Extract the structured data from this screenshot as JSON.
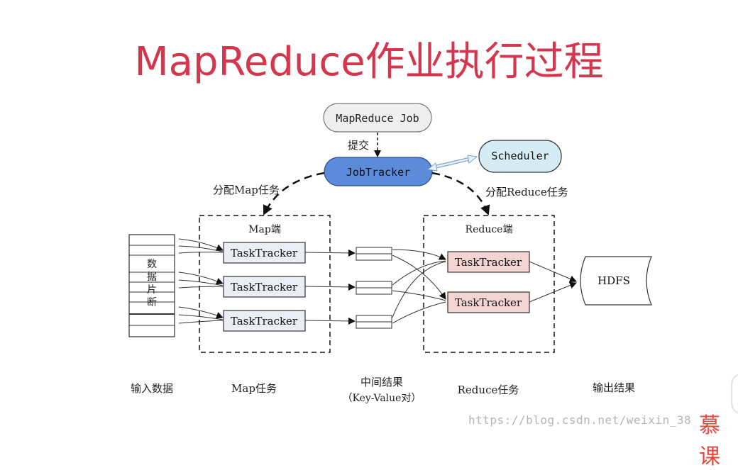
{
  "title": "MapReduce作业执行过程",
  "nodes": {
    "job": "MapReduce Job",
    "submit": "提交",
    "jobtracker": "JobTracker",
    "scheduler": "Scheduler",
    "assign_map": "分配Map任务",
    "assign_reduce": "分配Reduce任务",
    "map_side": "Map端",
    "reduce_side": "Reduce端",
    "tasktracker": "TaskTracker",
    "hdfs": "HDFS",
    "data_split_chars": [
      "数",
      "据",
      "片",
      "断"
    ]
  },
  "bottom_labels": {
    "input": "输入数据",
    "map_task": "Map任务",
    "intermediate": "中间结果",
    "intermediate_sub": "（Key-Value对）",
    "reduce_task": "Reduce任务",
    "output": "输出结果"
  },
  "watermark": "https://blog.csdn.net/weixin_38",
  "brand": "慕课",
  "colors": {
    "title": "#d2374d",
    "jobtracker_fill": "#5b8bd9",
    "scheduler_fill": "#d6ecf5",
    "job_fill": "#efefef",
    "map_tt_fill": "#e9eef7",
    "reduce_tt_fill": "#f3d4d2"
  }
}
